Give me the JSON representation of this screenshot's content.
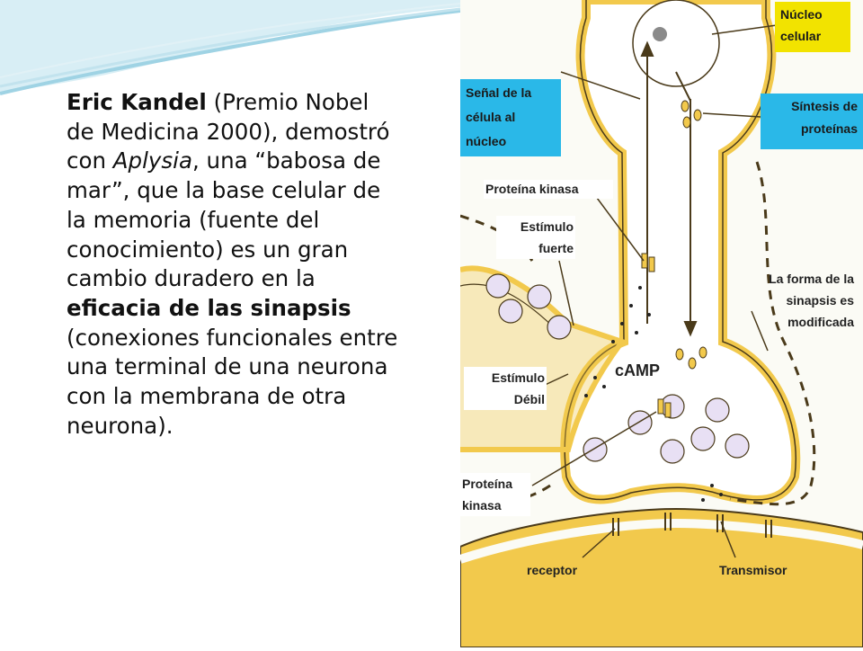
{
  "slide": {
    "paragraph": {
      "name_bold": "Eric Kandel",
      "part1": " (Premio Nobel de Medicina 2000), demostró con ",
      "species_italic": "Aplysia",
      "part2": ", una “babosa de mar”, que la base celular de la memoria (fuente del conocimiento) es un gran cambio duradero en la ",
      "bold_phrase": "eficacia de las sinapsis",
      "part3": " (conexiones funcionales entre una terminal de una neurona con la membrana de otra neurona)."
    }
  },
  "diagram": {
    "labels": {
      "nucleo_celular": "Núcleo celular",
      "senal_celula": "Señal de la célula al núcleo",
      "sintesis_proteinas": "Síntesis de proteínas",
      "proteina_kinasa_top": "Proteína kinasa",
      "estimulo_fuerte": "Estímulo fuerte",
      "forma_sinapsis": "La forma de la sinapsis es modificada",
      "estimulo_debil": "Estímulo Débil",
      "camp": "cAMP",
      "proteina_kinasa_bottom": "Proteína kinasa",
      "receptor": "receptor",
      "transmisor": "Transmisor"
    },
    "colors": {
      "membrane": "#f2c94c",
      "outline": "#4a3a1a",
      "label_cyan": "#2ab8e8",
      "label_yellow": "#f2e300",
      "vesicle_fill": "#e8e0f4"
    }
  }
}
